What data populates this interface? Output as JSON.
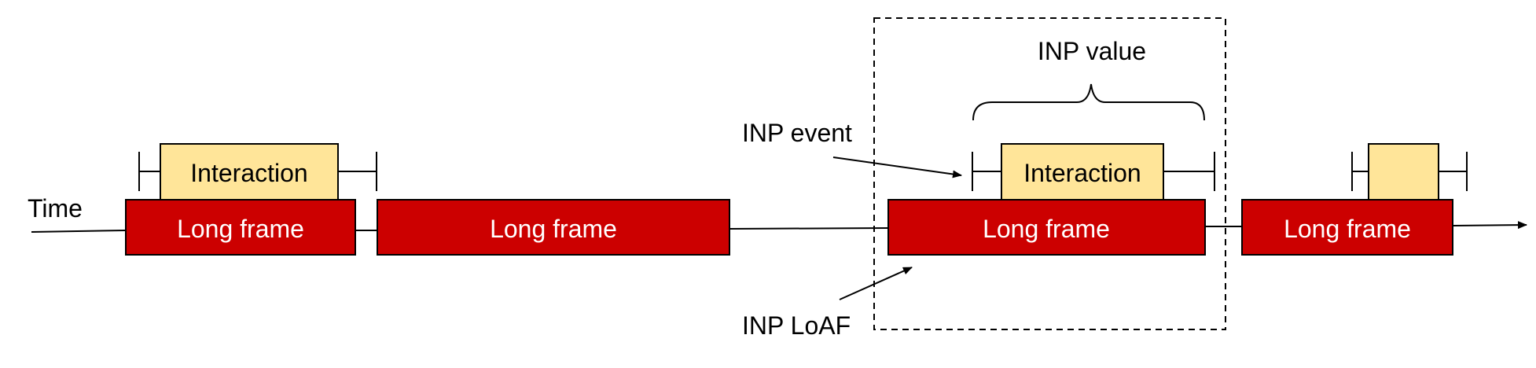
{
  "labels": {
    "time": "Time",
    "inp_value": "INP value",
    "inp_event": "INP event",
    "inp_loaf": "INP LoAF"
  },
  "frames": [
    {
      "label": "Long frame"
    },
    {
      "label": "Long frame"
    },
    {
      "label": "Long frame"
    },
    {
      "label": "Long frame"
    }
  ],
  "interactions": [
    {
      "label": "Interaction"
    },
    {
      "label": "Interaction"
    },
    {
      "label": ""
    }
  ],
  "colors": {
    "frame_fill": "#cc0000",
    "interaction_fill": "#ffe599",
    "frame_text": "#ffffff",
    "stroke": "#000000"
  }
}
